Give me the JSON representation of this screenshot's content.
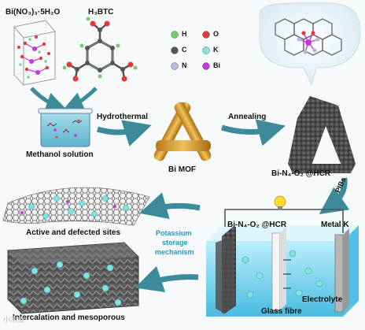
{
  "labels": {
    "precursor_salt": "Bi(NO₃)₃·5H₂O",
    "linker": "H₃BTC",
    "methanol": "Methanol solution",
    "hydrothermal": "Hydrothermal",
    "bi_mof": "Bi MOF",
    "annealing": "Annealing",
    "product": "Bi-N₄-O₂ @HCR",
    "pibs": "PIBs",
    "cell_anode": "Bi-N₄-O₂ @HCR",
    "metal_k": "Metal K",
    "electrolyte": "Electrolyte",
    "glass_fibre": "Glass fibre",
    "active_sites": "Active and defected sites",
    "mechanism_1": "Potassium",
    "mechanism_2": "storage",
    "mechanism_3": "mechanism",
    "intercalation": "Intercalation and mesoporous",
    "watermark": "小木虫"
  },
  "legend": [
    {
      "symbol": "H",
      "color": "#6fcf6f"
    },
    {
      "symbol": "O",
      "color": "#e03a3a"
    },
    {
      "symbol": "C",
      "color": "#555555"
    },
    {
      "symbol": "K",
      "color": "#7fe3e0"
    },
    {
      "symbol": "N",
      "color": "#b8b8e0"
    },
    {
      "symbol": "Bi",
      "color": "#c23ad8"
    }
  ],
  "colors": {
    "arrow": "#3d8a9a",
    "water": "#6fd3ef",
    "mof_rod": "#d89a2a",
    "carbon": "#555555"
  }
}
